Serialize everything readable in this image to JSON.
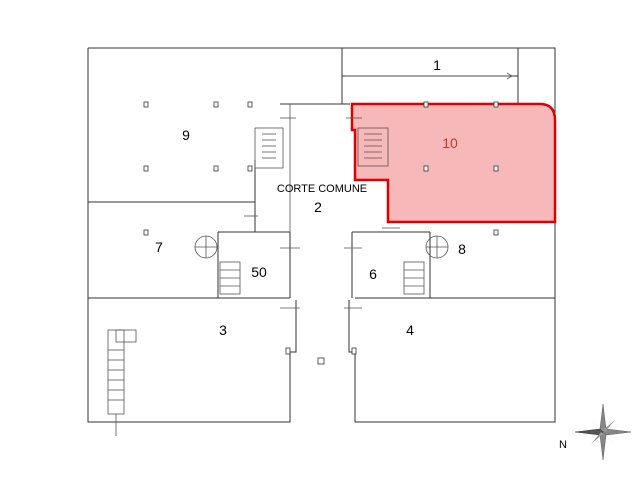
{
  "units": {
    "u1": "1",
    "u2": "2",
    "u3": "3",
    "u4": "4",
    "u6": "6",
    "u7": "7",
    "u8": "8",
    "u9": "9",
    "u10": "10",
    "u50": "50"
  },
  "courtyard_label": "CORTE COMUNE",
  "compass_label": "N",
  "highlight": {
    "unit": "10",
    "fill": "#f4a6a6",
    "stroke": "#e00000"
  }
}
